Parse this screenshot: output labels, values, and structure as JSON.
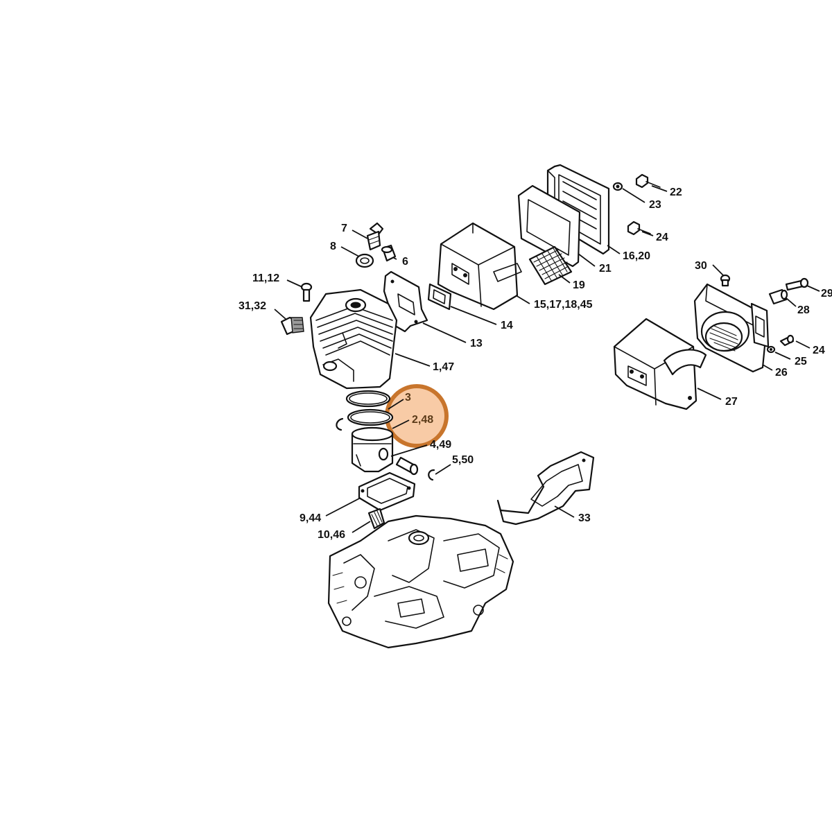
{
  "callouts": {
    "c22": "22",
    "c23": "23",
    "c24a": "24",
    "c16_20": "16,20",
    "c21": "21",
    "c19": "19",
    "c15_17_18_45": "15,17,18,45",
    "c14": "14",
    "c13": "13",
    "c7": "7",
    "c8": "8",
    "c6": "6",
    "c11_12": "11,12",
    "c31_32": "31,32",
    "c1_47": "1,47",
    "c3": "3",
    "c2_48": "2,48",
    "c4_49": "4,49",
    "c5_50": "5,50",
    "c9_44": "9,44",
    "c10_46": "10,46",
    "c33": "33",
    "c30": "30",
    "c29": "29",
    "c28": "28",
    "c24b": "24",
    "c25": "25",
    "c26": "26",
    "c27": "27"
  },
  "highlight": {
    "color": "#f8cba6",
    "ring_color": "#c8752c",
    "items": [
      "3",
      "2,48"
    ]
  },
  "colors": {
    "line": "#111111",
    "background": "#ffffff"
  }
}
